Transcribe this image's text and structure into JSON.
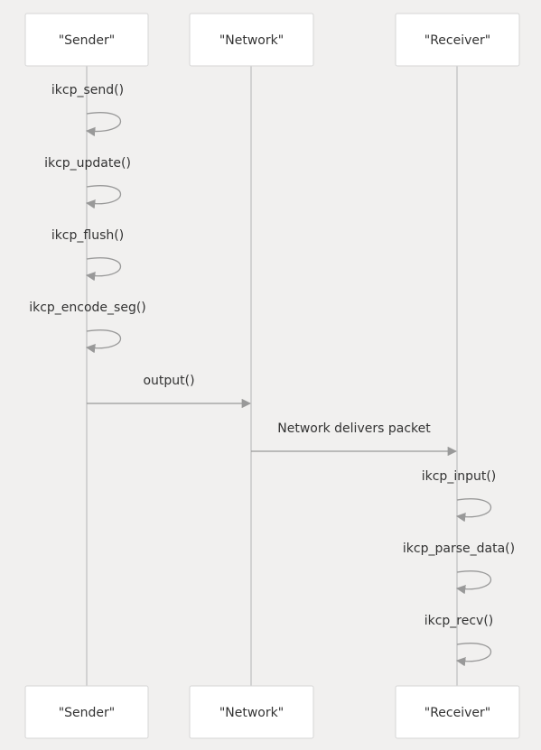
{
  "actors": [
    {
      "id": "sender",
      "label": "\"Sender\""
    },
    {
      "id": "network",
      "label": "\"Network\""
    },
    {
      "id": "receiver",
      "label": "\"Receiver\""
    }
  ],
  "messages": [
    {
      "from": "sender",
      "to": "sender",
      "label": "ikcp_send()"
    },
    {
      "from": "sender",
      "to": "sender",
      "label": "ikcp_update()"
    },
    {
      "from": "sender",
      "to": "sender",
      "label": "ikcp_flush()"
    },
    {
      "from": "sender",
      "to": "sender",
      "label": "ikcp_encode_seg()"
    },
    {
      "from": "sender",
      "to": "network",
      "label": "output()"
    },
    {
      "from": "network",
      "to": "receiver",
      "label": "Network delivers packet"
    },
    {
      "from": "receiver",
      "to": "receiver",
      "label": "ikcp_input()"
    },
    {
      "from": "receiver",
      "to": "receiver",
      "label": "ikcp_parse_data()"
    },
    {
      "from": "receiver",
      "to": "receiver",
      "label": "ikcp_recv()"
    }
  ],
  "colors": {
    "background": "#f1f0ef",
    "box_fill": "#ffffff",
    "box_border": "#d6d6d6",
    "lifeline": "#c8c8c8",
    "arrow": "#999999",
    "text": "#333333"
  }
}
